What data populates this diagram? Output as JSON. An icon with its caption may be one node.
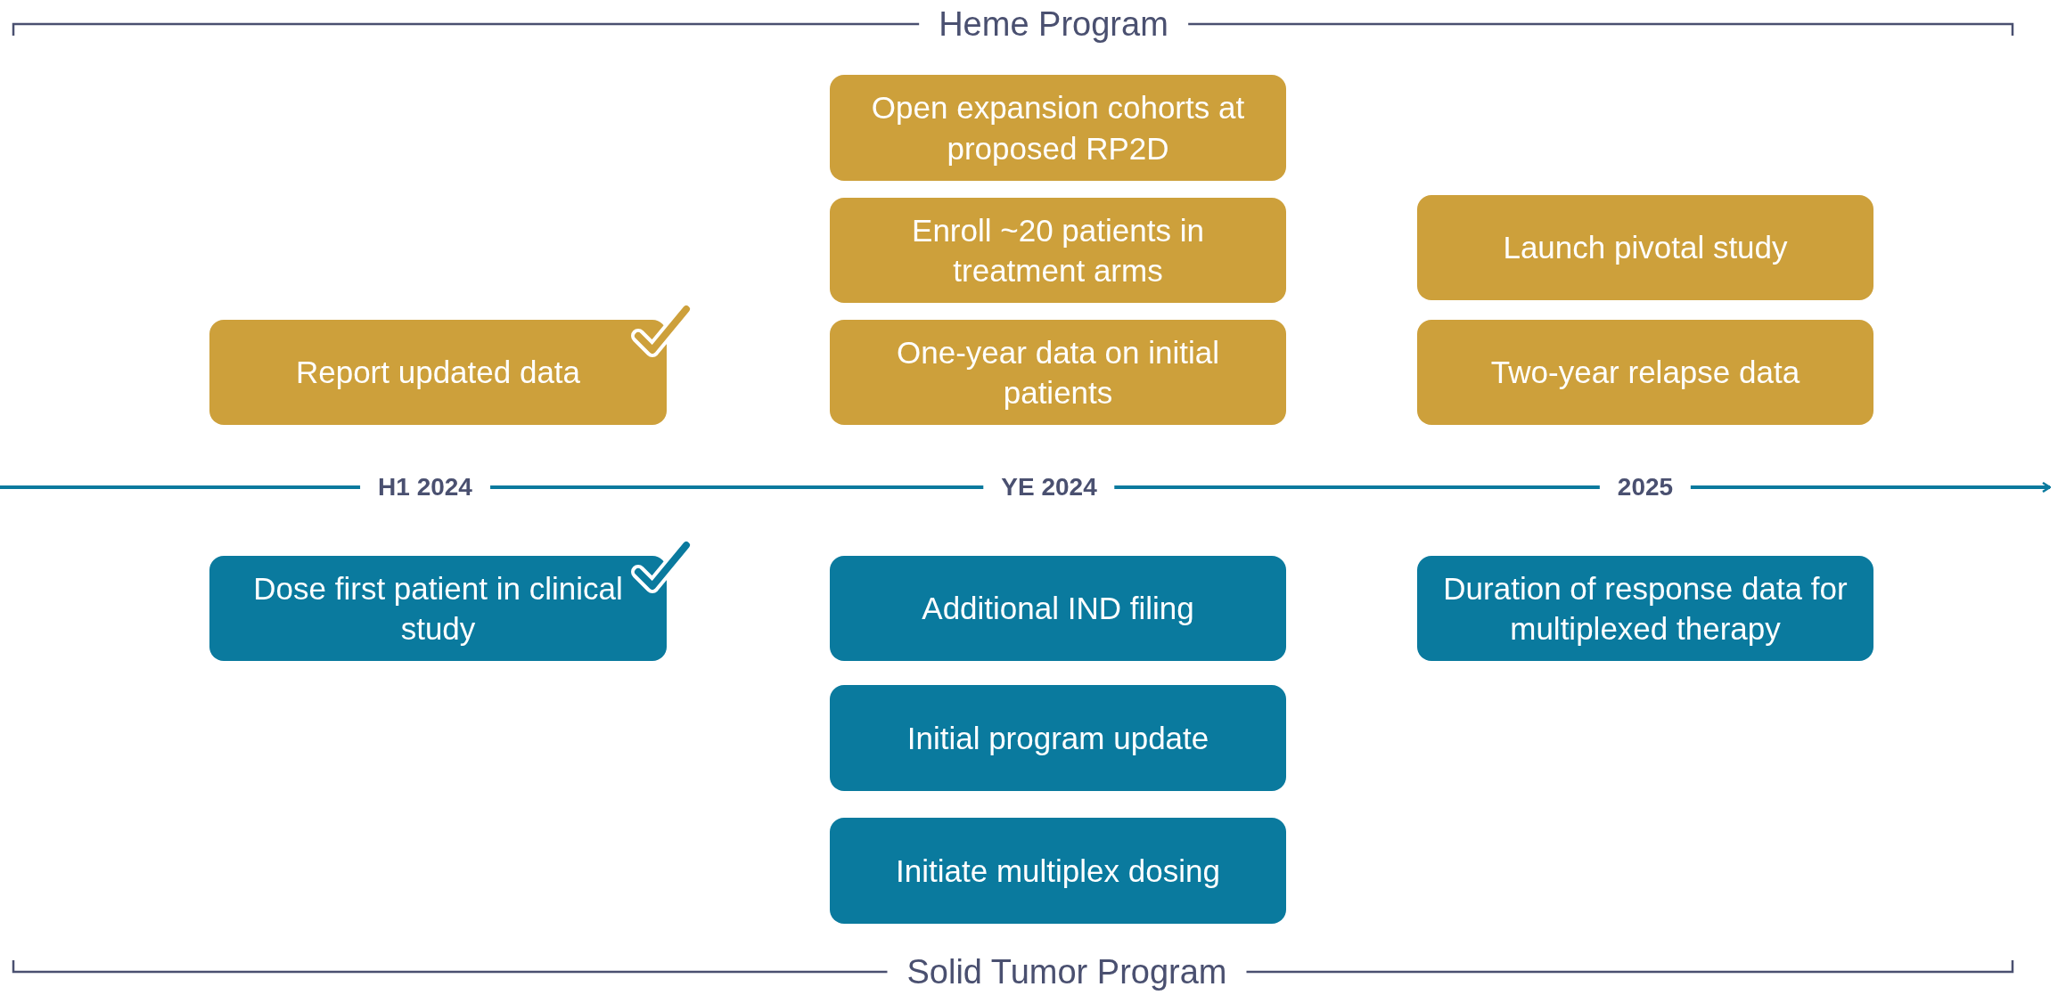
{
  "diagram": {
    "nodes": [
      {
        "text": [
          "Report updated data"
        ]
      },
      {
        "text": [
          "Open expansion cohorts at proposed RP2D"
        ]
      },
      {
        "text": [
          "Enroll ~20 patients in treatment arms"
        ]
      },
      {
        "text": [
          "One-year data on initial patients"
        ]
      },
      {
        "text": [
          "Launch pivotal study"
        ]
      },
      {
        "text": [
          "Two-year relapse data"
        ]
      },
      {
        "text": [
          "Dose first patient in clinical study"
        ]
      },
      {
        "text": [
          "Additional IND filing"
        ]
      },
      {
        "text": [
          "Initial program update"
        ]
      },
      {
        "text": [
          "Initiate multiplex dosing"
        ]
      },
      {
        "text": [
          "Duration of response data for multiplexed therapy"
        ]
      }
    ],
    "edges": [],
    "labels": [
      "Heme Program",
      "H1 2024",
      "YE 2024",
      "2025",
      "Solid Tumor Program"
    ]
  }
}
